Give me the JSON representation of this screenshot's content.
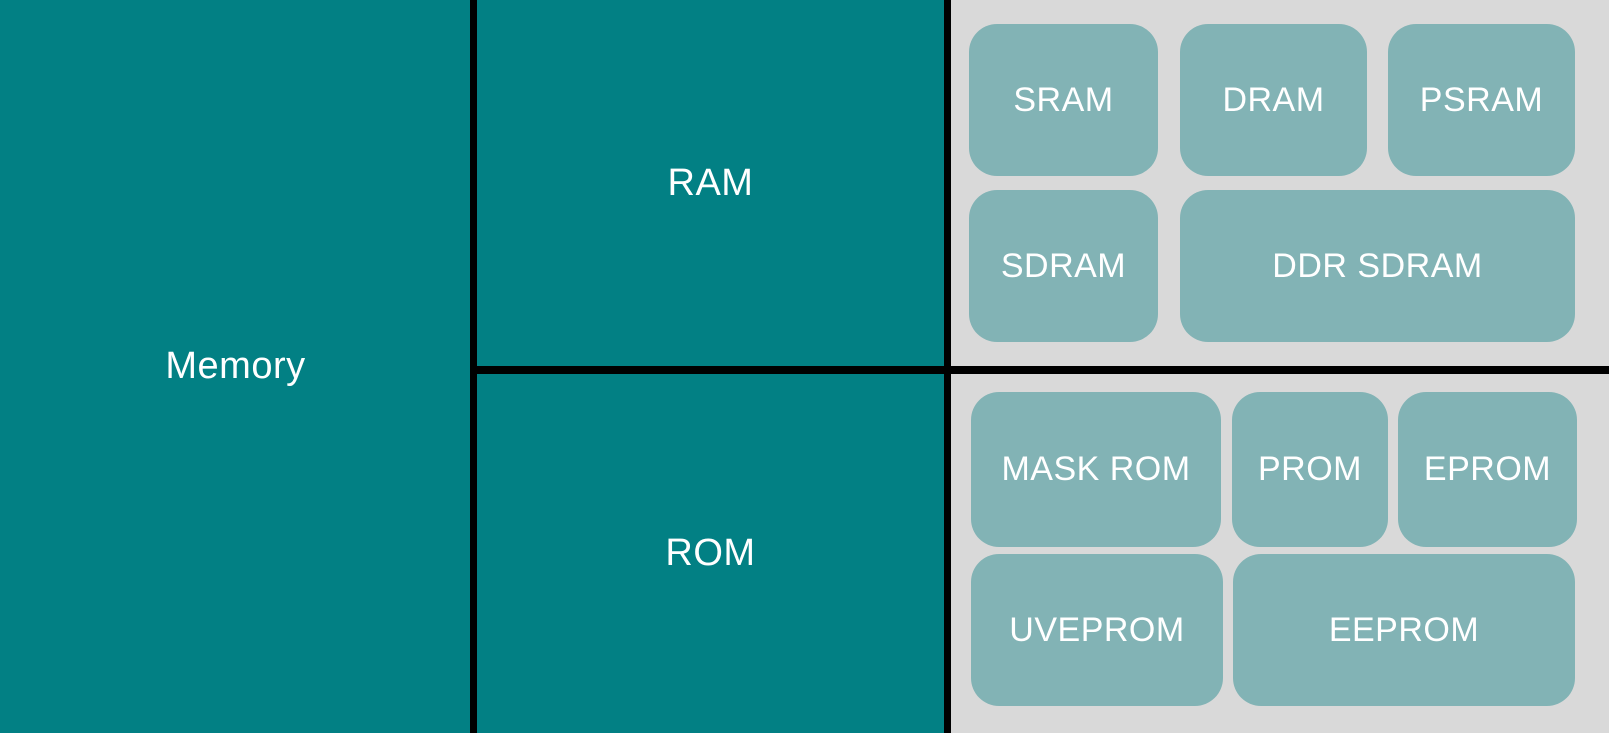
{
  "colors": {
    "cell_teal": "#028084",
    "leaf_teal": "#82b3b5",
    "panel_gray": "#d9d9d9",
    "line_black": "#000000",
    "label_white": "#ffffff"
  },
  "nodes": {
    "memory": {
      "label": "Memory"
    },
    "ram": {
      "label": "RAM"
    },
    "rom": {
      "label": "ROM"
    },
    "sram": {
      "label": "SRAM"
    },
    "dram": {
      "label": "DRAM"
    },
    "psram": {
      "label": "PSRAM"
    },
    "sdram": {
      "label": "SDRAM"
    },
    "ddr_sdram": {
      "label": "DDR SDRAM"
    },
    "mask_rom": {
      "label": "MASK ROM"
    },
    "prom": {
      "label": "PROM"
    },
    "eprom": {
      "label": "EPROM"
    },
    "uveprom": {
      "label": "UVEPROM"
    },
    "eeprom": {
      "label": "EEPROM"
    }
  },
  "hierarchy": {
    "root": "memory",
    "groups": [
      {
        "parent": "ram",
        "children": [
          "sram",
          "dram",
          "psram",
          "sdram",
          "ddr_sdram"
        ]
      },
      {
        "parent": "rom",
        "children": [
          "mask_rom",
          "prom",
          "eprom",
          "uveprom",
          "eeprom"
        ]
      }
    ]
  }
}
